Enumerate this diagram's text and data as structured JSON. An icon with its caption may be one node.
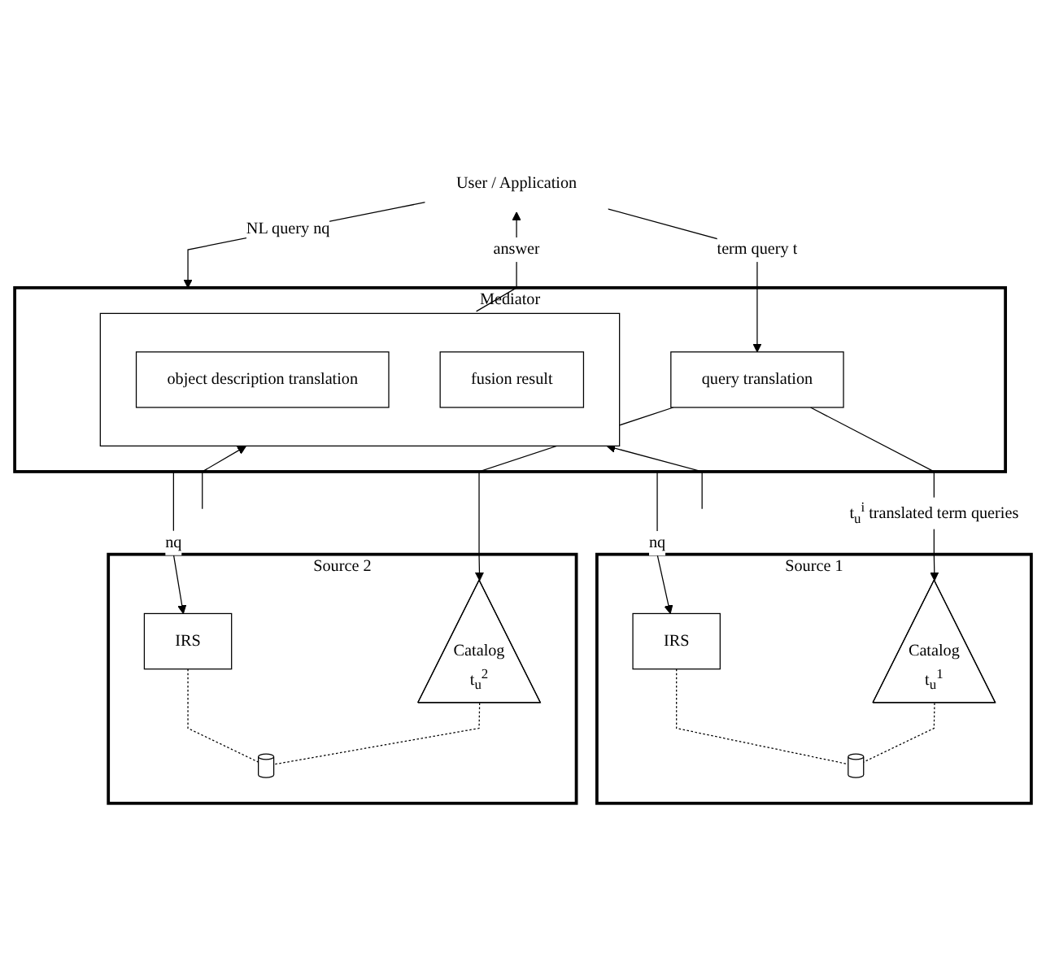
{
  "diagram": {
    "nodes": [
      {
        "text": [
          "User / Application"
        ]
      },
      {
        "text": [
          "Mediator"
        ]
      },
      {
        "text": [
          "query translation"
        ],
        "in": 1
      },
      {
        "text": [],
        "shape": "box",
        "in": 1
      },
      {
        "text": [
          "object description translation"
        ],
        "in": 3
      },
      {
        "text": [
          "fusion result"
        ],
        "in": 3
      },
      {
        "text": [
          "Source 1"
        ]
      },
      {
        "text": [
          "IRS"
        ],
        "in": 6
      },
      {
        "text": [
          "Catalog",
          "t$_{u}$$^{1}$"
        ],
        "in": 6
      },
      {
        "text": [],
        "shape": "cylinder",
        "in": 6
      },
      {
        "text": [
          "Source 2"
        ]
      },
      {
        "text": [
          "IRS"
        ],
        "in": 10
      },
      {
        "text": [
          "Catalog",
          "t$_{u}$$^{2}$"
        ],
        "in": 10
      },
      {
        "text": [],
        "shape": "cylinder",
        "in": 10
      }
    ],
    "edges": [
      {
        "from": 0,
        "to": 1,
        "arrow": "to",
        "label": "NL query nq"
      },
      {
        "from": 0,
        "to": 2,
        "arrow": "to",
        "label": "term query t"
      },
      {
        "from": 3,
        "to": 0,
        "arrow": "to",
        "label": "answer"
      },
      {
        "from": 1,
        "to": 7,
        "arrow": "to",
        "label": "nq"
      },
      {
        "from": 1,
        "to": 11,
        "arrow": "to",
        "label": "nq"
      },
      {
        "from": 2,
        "to": 8,
        "arrow": "to",
        "label": "t$_{u}$$^{i}$ translated term queries"
      },
      {
        "from": 2,
        "to": 12,
        "arrow": "to"
      },
      {
        "from": 7,
        "to": 9,
        "arrow": "none",
        "style": "dashed"
      },
      {
        "from": 8,
        "to": 9,
        "arrow": "none",
        "style": "dashed"
      },
      {
        "from": 11,
        "to": 13,
        "arrow": "none",
        "style": "dashed"
      },
      {
        "from": 12,
        "to": 13,
        "arrow": "none",
        "style": "dashed"
      },
      {
        "from": 6,
        "to": 3,
        "arrow": "to"
      },
      {
        "from": 10,
        "to": 3,
        "arrow": "to"
      }
    ]
  }
}
